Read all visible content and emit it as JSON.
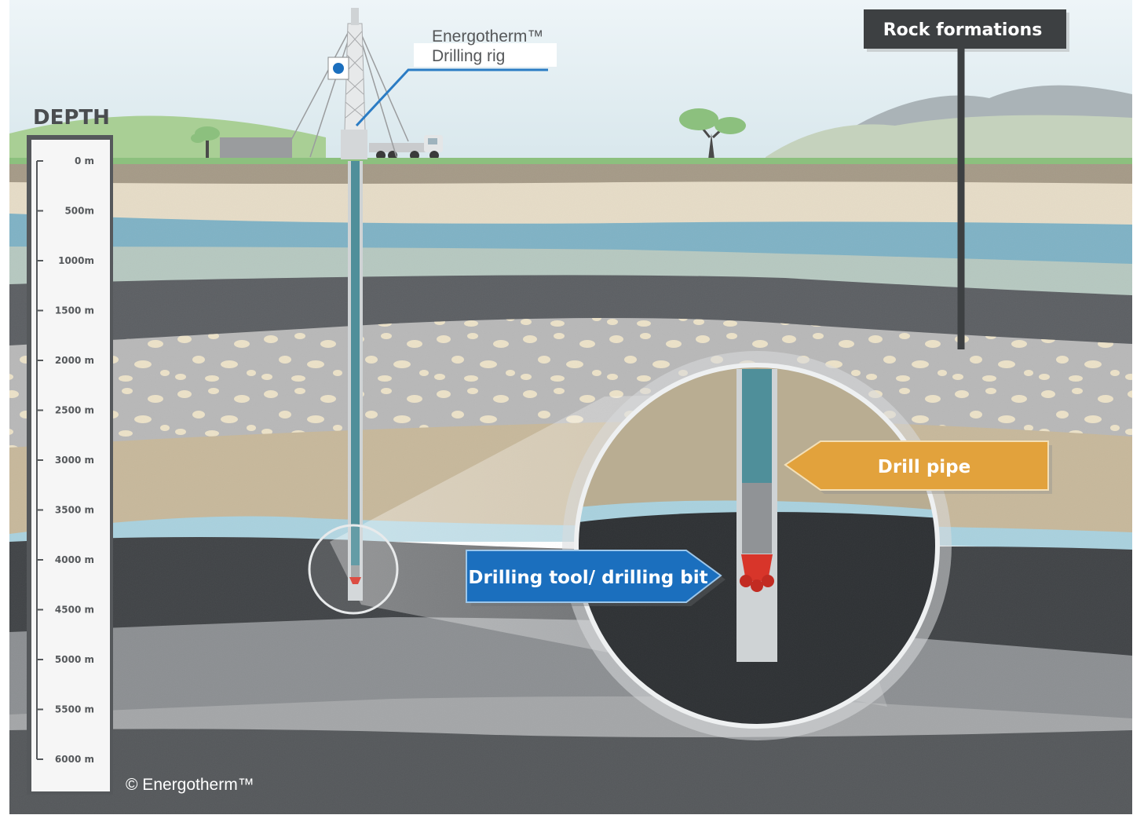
{
  "labels": {
    "rig_line1": "Energotherm™",
    "rig_line2": "Drilling rig",
    "depth_title": "DEPTH",
    "rock_formations": "Rock formations",
    "drill_pipe": "Drill pipe",
    "drilling_tool": "Drilling tool/ drilling bit",
    "copyright": "© Energotherm™"
  },
  "depth_scale": {
    "ticks": [
      "0 m",
      "500m",
      "1000m",
      "1500 m",
      "2000 m",
      "2500 m",
      "3000 m",
      "3500 m",
      "4000 m",
      "4500 m",
      "5000 m",
      "5500 m",
      "6000 m"
    ]
  },
  "colors": {
    "sky": "#dde9ee",
    "grass": "#8cc07e",
    "drill_pipe_callout": "#e2a23c",
    "drilling_tool_callout": "#1b6fbe",
    "rock_formations_callout": "#3d4042",
    "pipe": "#4f8f9a",
    "bit": "#d8352a"
  }
}
